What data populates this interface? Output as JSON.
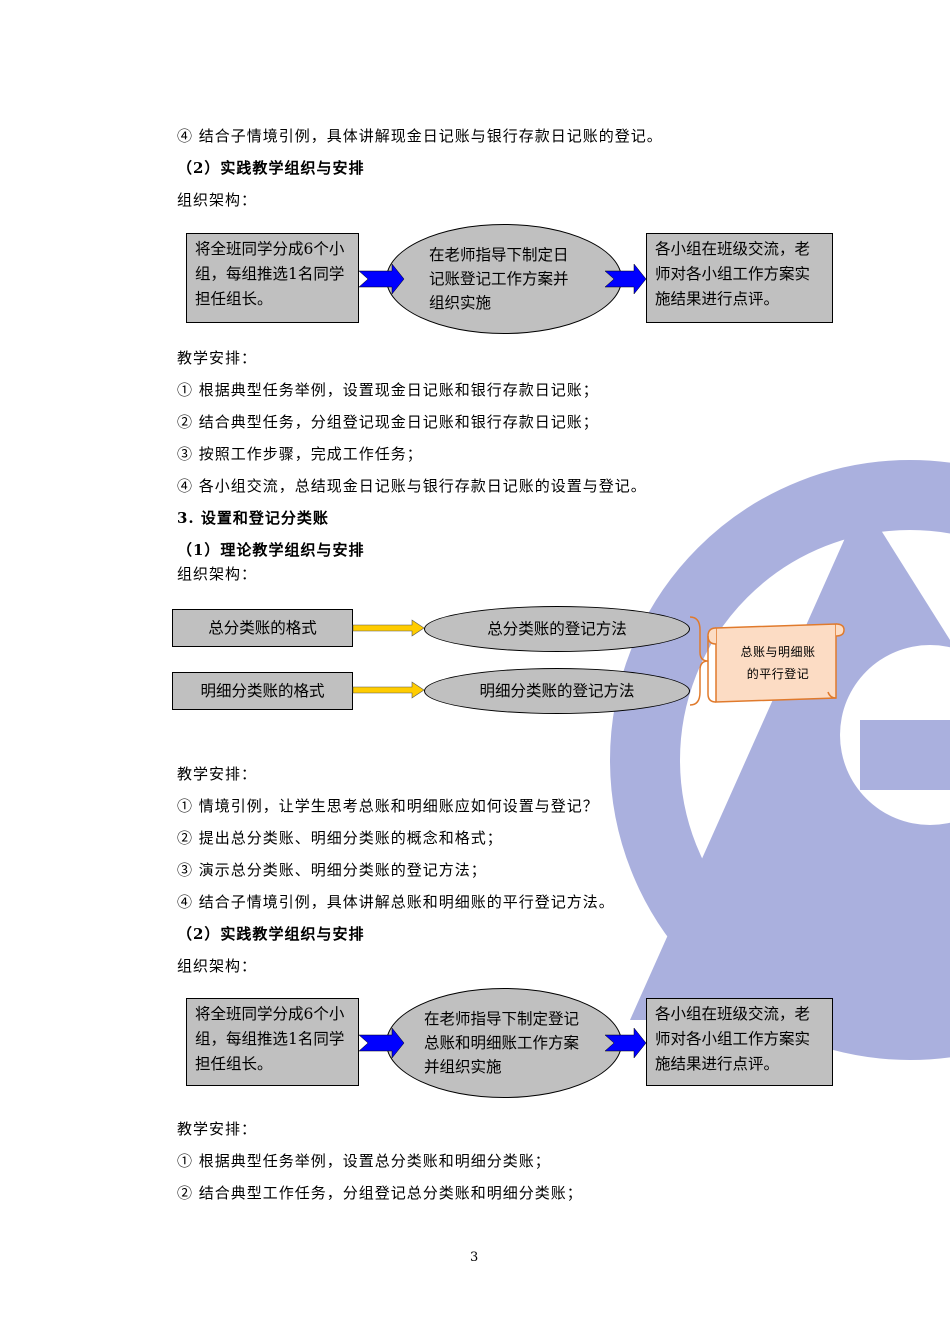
{
  "lines": {
    "l1": "④  结合子情境引例，具体讲解现金日记账与银行存款日记账的登记。",
    "l2": "（2）实践教学组织与安排",
    "l3": "组织架构：",
    "l4": "教学安排：",
    "l5": "①  根据典型任务举例，设置现金日记账和银行存款日记账；",
    "l6": "②  结合典型任务，分组登记现金日记账和银行存款日记账；",
    "l7": "③  按照工作步骤，完成工作任务；",
    "l8": "④  各小组交流，总结现金日记账与银行存款日记账的设置与登记。",
    "l9": "3. 设置和登记分类账",
    "l10": "（1）理论教学组织与安排",
    "l11": "组织架构：",
    "l12": "教学安排：",
    "l13": "①  情境引例，让学生思考总账和明细账应如何设置与登记？",
    "l14": "②  提出总分类账、明细分类账的概念和格式；",
    "l15": "③  演示总分类账、明细分类账的登记方法；",
    "l16": "④  结合子情境引例，具体讲解总账和明细账的平行登记方法。",
    "l17": "（2）实践教学组织与安排",
    "l18": "组织架构：",
    "l19": "教学安排：",
    "l20": "①  根据典型任务举例，设置总分类账和明细分类账；",
    "l21": "②  结合典型工作任务，分组登记总分类账和明细分类账；"
  },
  "diagram1": {
    "box1": "将全班同学分成6个小组，每组推选1名同学担任组长。",
    "ellipse": "在老师指导下制定日记账登记工作方案并组织实施",
    "box2": "各小组在班级交流，老师对各小组工作方案实施结果进行点评。"
  },
  "diagram2": {
    "box1": "总分类账的格式",
    "ellipse1": "总分类账的登记方法",
    "box2": "明细分类账的格式",
    "ellipse2": "明细分类账的登记方法",
    "scroll_line1": "总账与明细账",
    "scroll_line2": "的平行登记"
  },
  "diagram3": {
    "box1": "将全班同学分成6个小组，每组推选1名同学担任组长。",
    "ellipse": "在老师指导下制定登记总账和明细账工作方案并组织实施",
    "box2": "各小组在班级交流，老师对各小组工作方案实施结果进行点评。"
  },
  "page_number": "3",
  "colors": {
    "watermark": "#aab0de",
    "box_fill": "#c0c0c0",
    "blue_arrow": "#0000ff",
    "yellow_arrow": "#ffcc00",
    "scroll_fill": "#fcdcc4",
    "scroll_border": "#e07a2c"
  }
}
